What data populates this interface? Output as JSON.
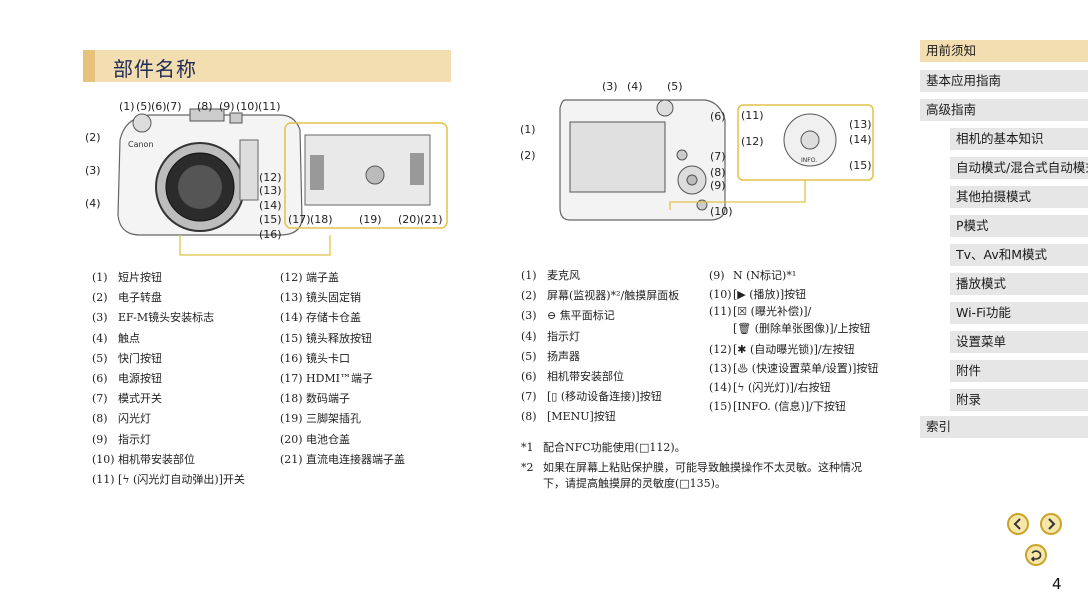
{
  "title": "部件名称",
  "fig1": {
    "labels_top": [
      "(1)",
      "(5)",
      "(6)",
      "(7)",
      "(8)",
      "(9)",
      "(10)",
      "(11)"
    ],
    "labels_left": [
      "(2)",
      "(3)",
      "(4)"
    ],
    "labels_right": [
      "(12)",
      "(13)",
      "(14)",
      "(15)",
      "(16)"
    ],
    "labels_bottom": [
      "(17)",
      "(18)",
      "(19)",
      "(20)",
      "(21)"
    ],
    "brand": "Canon"
  },
  "fig2": {
    "labels_top": [
      "(3)",
      "(4)",
      "(5)"
    ],
    "labels_left": [
      "(1)",
      "(2)"
    ],
    "labels_right": [
      "(6)",
      "(7)",
      "(8)",
      "(9)",
      "(10)"
    ],
    "inset_labels_left": [
      "(11)",
      "(12)"
    ],
    "inset_labels_right": [
      "(13)",
      "(14)",
      "(15)"
    ],
    "inset_info": "INFO."
  },
  "list_left_a": [
    {
      "n": "(1)",
      "t": "短片按钮"
    },
    {
      "n": "(2)",
      "t": "电子转盘"
    },
    {
      "n": "(3)",
      "t": "EF-M镜头安装标志"
    },
    {
      "n": "(4)",
      "t": "触点"
    },
    {
      "n": "(5)",
      "t": "快门按钮"
    },
    {
      "n": "(6)",
      "t": "电源按钮"
    },
    {
      "n": "(7)",
      "t": "模式开关"
    },
    {
      "n": "(8)",
      "t": "闪光灯"
    },
    {
      "n": "(9)",
      "t": "指示灯"
    },
    {
      "n": "(10)",
      "t": "相机带安装部位"
    },
    {
      "n": "(11)",
      "t": "[ϟ (闪光灯自动弹出)]开关"
    }
  ],
  "list_left_b": [
    {
      "n": "(12)",
      "t": "端子盖"
    },
    {
      "n": "(13)",
      "t": "镜头固定销"
    },
    {
      "n": "(14)",
      "t": "存储卡仓盖"
    },
    {
      "n": "(15)",
      "t": "镜头释放按钮"
    },
    {
      "n": "(16)",
      "t": "镜头卡口"
    },
    {
      "n": "(17)",
      "t": "HDMI™端子"
    },
    {
      "n": "(18)",
      "t": "数码端子"
    },
    {
      "n": "(19)",
      "t": "三脚架插孔"
    },
    {
      "n": "(20)",
      "t": "电池仓盖"
    },
    {
      "n": "(21)",
      "t": "直流电连接器端子盖"
    }
  ],
  "list_right_a": [
    {
      "n": "(1)",
      "t": "麦克风"
    },
    {
      "n": "(2)",
      "t": "屏幕(监视器)*²/触摸屏面板"
    },
    {
      "n": "(3)",
      "t": "⊖ 焦平面标记"
    },
    {
      "n": "(4)",
      "t": "指示灯"
    },
    {
      "n": "(5)",
      "t": "扬声器"
    },
    {
      "n": "(6)",
      "t": "相机带安装部位"
    },
    {
      "n": "(7)",
      "t": "[▯ (移动设备连接)]按钮"
    },
    {
      "n": "(8)",
      "t": "[MENU]按钮"
    }
  ],
  "list_right_b": [
    {
      "n": "(9)",
      "t": "N (N标记)*¹"
    },
    {
      "n": "(10)",
      "t": "[▶ (播放)]按钮"
    },
    {
      "n": "(11)",
      "t": "[☒ (曝光补偿)]/"
    },
    {
      "n": "",
      "t": "[🗑 (删除单张图像)]/上按钮"
    },
    {
      "n": "(12)",
      "t": "[✱ (自动曝光锁)]/左按钮"
    },
    {
      "n": "(13)",
      "t": "[♨ (快速设置菜单/设置)]按钮"
    },
    {
      "n": "(14)",
      "t": "[ϟ (闪光灯)]/右按钮"
    },
    {
      "n": "(15)",
      "t": "[INFO. (信息)]/下按钮"
    }
  ],
  "notes": [
    {
      "n": "*1",
      "t": "配合NFC功能使用(□112)。"
    },
    {
      "n": "*2",
      "t": "如果在屏幕上粘贴保护膜，可能导致触摸操作不太灵敏。这种情况"
    },
    {
      "n": "",
      "t": "下，请提高触摸屏的灵敏度(□135)。"
    }
  ],
  "sidebar": {
    "main1": "用前须知",
    "main2": "基本应用指南",
    "main3": "高级指南",
    "subs": [
      "相机的基本知识",
      "自动模式/混合式自动模式",
      "其他拍摄模式",
      "P模式",
      "Tv、Av和M模式",
      "播放模式",
      "Wi-Fi功能",
      "设置菜单",
      "附件",
      "附录"
    ],
    "main4": "索引"
  },
  "page_number": "4",
  "colors": {
    "accent": "#f3deb1",
    "nav": "#c9a227",
    "sidebar": "#e6e6e6"
  }
}
